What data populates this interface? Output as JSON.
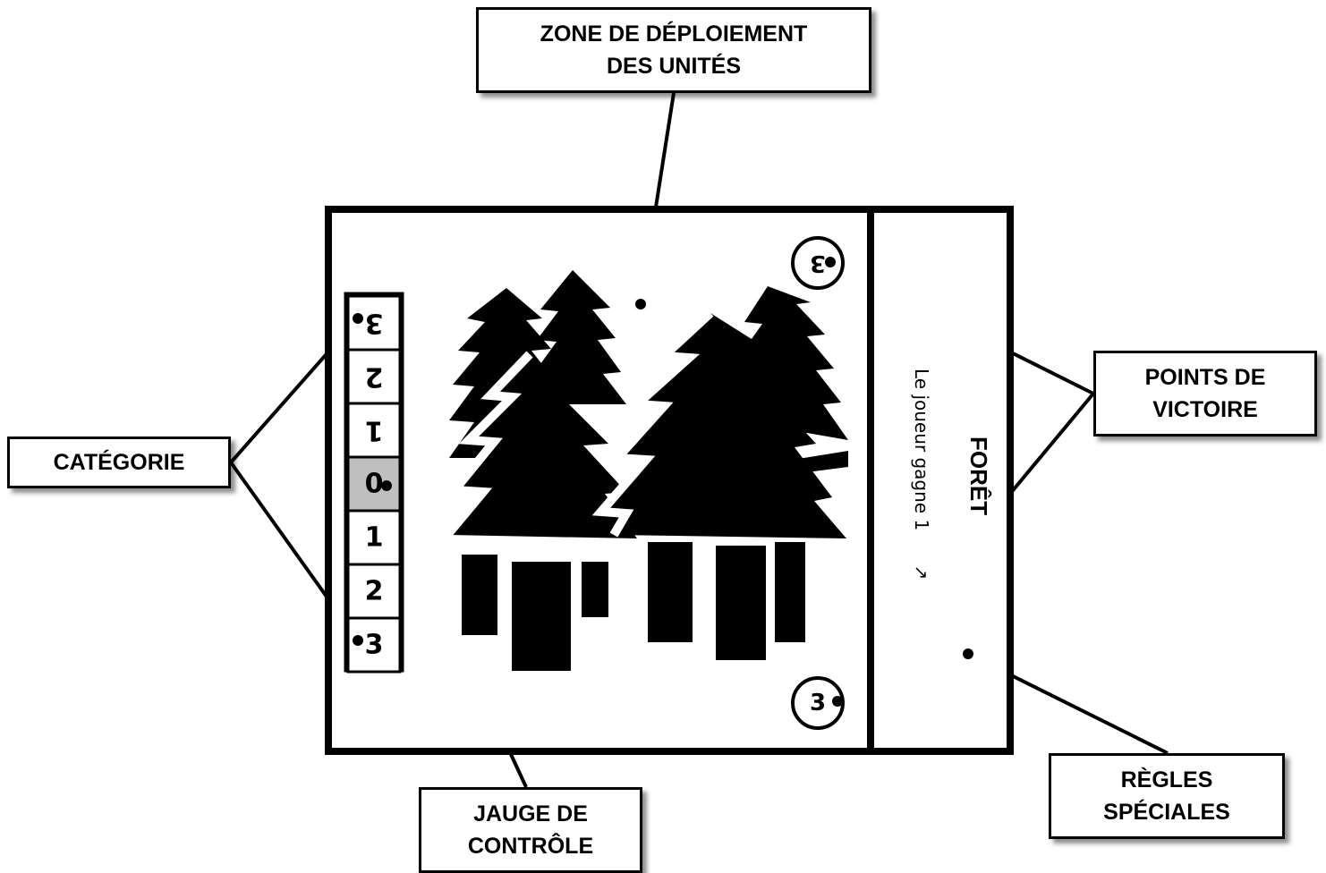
{
  "labels": {
    "zone": [
      "ZONE DE DÉPLOIEMENT",
      "DES UNITÉS"
    ],
    "points": [
      "POINTS DE",
      "VICTOIRE"
    ],
    "categorie": [
      "CATÉGORIE"
    ],
    "jauge": [
      "JAUGE DE",
      "CONTRÔLE"
    ],
    "regles": [
      "RÈGLES",
      "SPÉCIALES"
    ]
  },
  "card": {
    "title": "FORÊT",
    "rule_text": "Le joueur gagne 1",
    "victory_points_top": "3",
    "victory_points_bottom": "3",
    "control_gauge": [
      "3",
      "2",
      "1",
      "0",
      "1",
      "2",
      "3"
    ],
    "control_gauge_highlight_color": "#bfbfbf",
    "illustration_icon": "pine-forest-icon"
  },
  "colors": {
    "ink": "#000000",
    "background": "#ffffff"
  }
}
